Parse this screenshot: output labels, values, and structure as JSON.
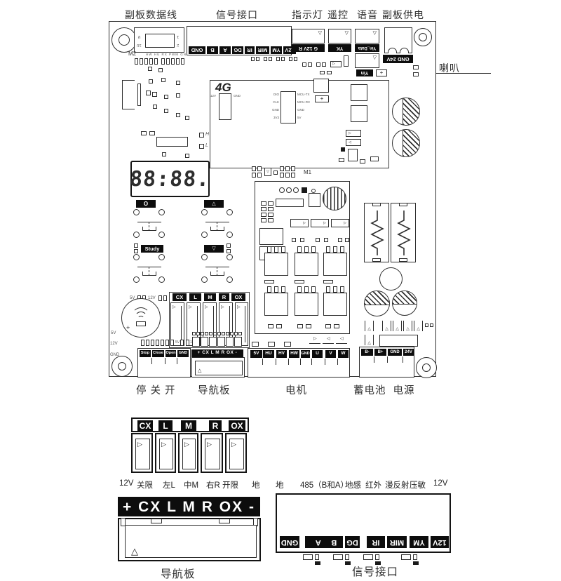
{
  "icons": {
    "tri_r": "▷",
    "tri_l": "◁",
    "tri_u": "△",
    "tri_d": "▽"
  },
  "top_labels": {
    "data_cable": "副板数据线",
    "signal": "信号接口",
    "indicator": "指示灯",
    "remote": "遥控",
    "voice": "语音",
    "sub_power": "副板供电"
  },
  "right_label": {
    "speaker": "喇叭"
  },
  "board": {
    "m2": {
      "label": "M2",
      "pin_tl": "9",
      "pin_bl": "10",
      "pin_tr": "1",
      "pin_br": "2",
      "sub_text": "HW HU RX PWM GND"
    },
    "signal_conn": {
      "labels": [
        "GND",
        "B",
        "A",
        "DG",
        "IR",
        "MIR",
        "YM",
        "12V"
      ]
    },
    "indicator_conn": {
      "label": "G 12V R"
    },
    "remote_conn": {
      "label": "YK"
    },
    "voice_conn": {
      "label": "Yin_Data"
    },
    "yin_conn": {
      "label": "Yin",
      "plus": "+"
    },
    "sub_power_conn": {
      "label": "GND 24V"
    },
    "module4g": {
      "title": "4G",
      "reg_left": "12V",
      "reg_right": "GND",
      "ic_left": [
        "DIO",
        "CLK",
        "GND",
        "3V3"
      ],
      "ic_right": [
        "MCU-TX",
        "MCU-RX",
        "GND",
        "5V"
      ],
      "plus": "+"
    },
    "test_points": {
      "h": "H",
      "l": "L"
    },
    "display": {
      "value": "88:88."
    },
    "buttons": {
      "open": "O",
      "up": "△",
      "study": "Study",
      "down": "▽"
    },
    "leds": {
      "v5": "5V",
      "v12": "12V"
    },
    "speaker_plus": "+",
    "relays": {
      "labels": [
        "CX",
        "L",
        "M",
        "R",
        "OX"
      ]
    },
    "m1": {
      "label": "M1"
    },
    "rail": {
      "v5": "5V",
      "v12": "12V",
      "gnd": "GND"
    },
    "io_pads": {
      "v5": "5V",
      "v12": "12V"
    },
    "stop_conn": {
      "labels": [
        "Stop",
        "Close",
        "Open",
        "GND"
      ]
    },
    "nav_conn": {
      "strip": "+ CX L M R OX -",
      "tri": "△"
    },
    "motor_conn": {
      "labels": [
        "5V",
        "HU",
        "HV",
        "HW",
        "GND",
        "U",
        "V",
        "W"
      ]
    },
    "battery_conn": {
      "labels": [
        "B-",
        "B+",
        "GND",
        "24V"
      ]
    }
  },
  "bottom_labels": {
    "stop_close_open": "停 关 开",
    "nav_board": "导航板",
    "motor": "电机",
    "battery_power": "蓄电池  电源"
  },
  "detail_relays": {
    "labels": [
      "CX",
      "L",
      "M",
      "R",
      "OX"
    ],
    "caption": [
      "12V",
      "关限",
      "左L",
      "中M",
      "右R",
      "开限",
      "地"
    ]
  },
  "detail_nav": {
    "strip": "+ CX  L M R OX -",
    "tri": "△",
    "caption": "导航板"
  },
  "detail_signal": {
    "caption": [
      "地",
      "485（B和A）",
      "地感",
      "红外",
      "漫反射",
      "压敏",
      "12V"
    ],
    "labels": [
      "GND",
      "B A",
      "DG",
      "IR",
      "MIR",
      "YM",
      "12V"
    ],
    "title": "信号接口"
  }
}
